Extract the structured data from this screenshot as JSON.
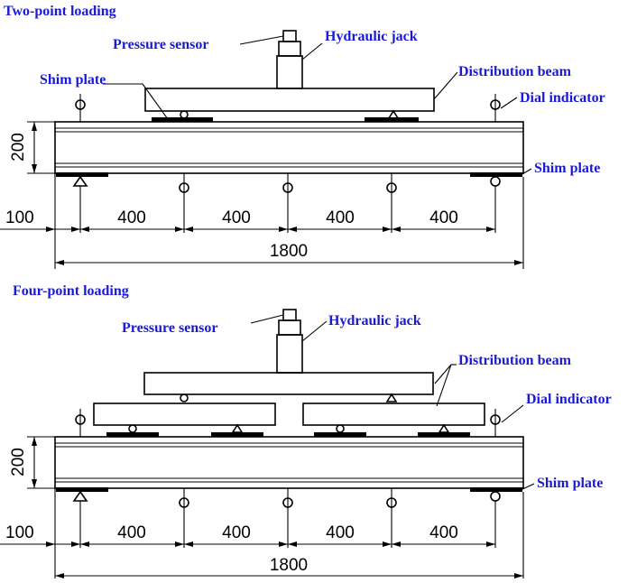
{
  "top": {
    "title": "Two-point loading",
    "labels": {
      "pressure_sensor": "Pressure sensor",
      "hydraulic_jack": "Hydraulic jack",
      "distribution_beam": "Distribution beam",
      "shim_plate_top": "Shim plate",
      "dial_indicator": "Dial indicator",
      "shim_plate_bottom": "Shim plate"
    },
    "dims": {
      "height": "200",
      "overhang": "100",
      "spans": [
        "400",
        "400",
        "400",
        "400"
      ],
      "total": "1800"
    }
  },
  "bottom": {
    "title": "Four-point loading",
    "labels": {
      "pressure_sensor": "Pressure sensor",
      "hydraulic_jack": "Hydraulic jack",
      "distribution_beam": "Distribution beam",
      "dial_indicator": "Dial indicator",
      "shim_plate_bottom": "Shim plate"
    },
    "dims": {
      "height": "200",
      "overhang": "100",
      "spans": [
        "400",
        "400",
        "400",
        "400"
      ],
      "total": "1800"
    }
  },
  "colors": {
    "label": "#1a1ad6",
    "line": "#000000"
  }
}
